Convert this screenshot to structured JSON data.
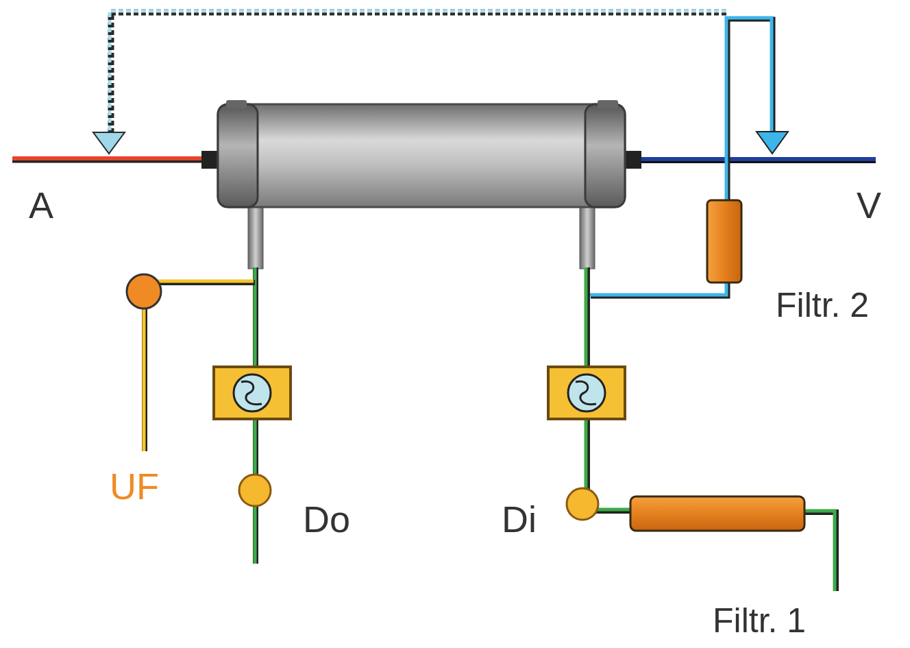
{
  "diagram": {
    "labels": [
      "A",
      "V",
      "Filtr. 2",
      "UF",
      "Do",
      "Di",
      "Filtr. 1"
    ]
  }
}
